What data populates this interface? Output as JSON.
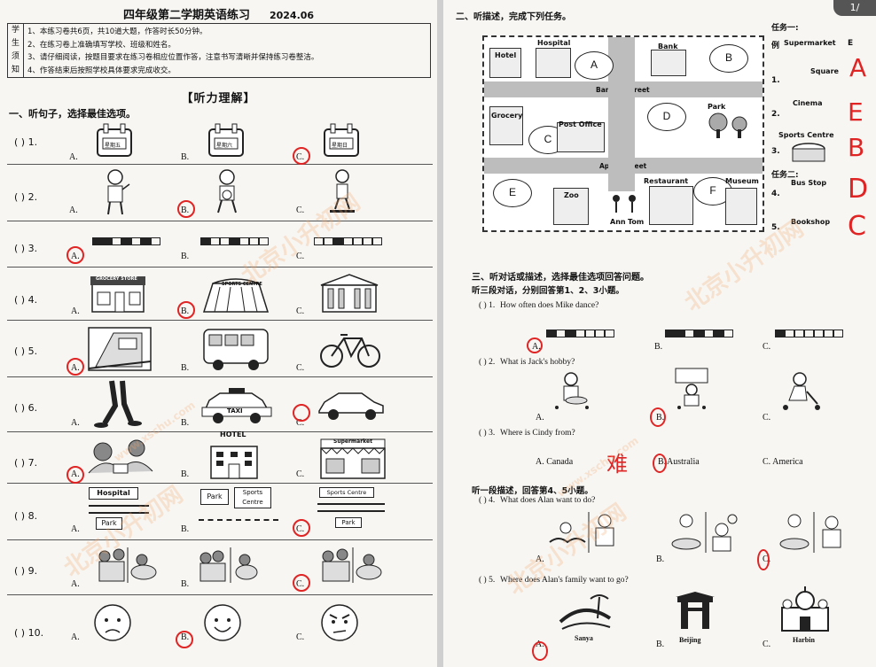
{
  "header": {
    "title": "四年级第二学期英语练习",
    "date": "2024.06",
    "notice_label": [
      "学",
      "生",
      "须",
      "知"
    ],
    "notices": [
      "1、本练习卷共6页，共10道大题，作答时长50分钟。",
      "2、在练习卷上准确填写学校、班级和姓名。",
      "3、请仔细阅读，按题目要求在练习卷相应位置作答，注意书写清晰并保持练习卷整洁。",
      "4、作答结束后按照学校具体要求完成收交。"
    ]
  },
  "part_heading": "【听力理解】",
  "section1": {
    "title": "一、听句子，选择最佳选项。",
    "questions": [
      {
        "no": "(   ) 1.",
        "answer": "C",
        "labels": [
          "星期五",
          "星期六",
          "星期日"
        ]
      },
      {
        "no": "(   ) 2.",
        "answer": "B"
      },
      {
        "no": "(   ) 3.",
        "answer": "A"
      },
      {
        "no": "(   ) 4.",
        "answer": "B",
        "labels": [
          "GROCERY STORE",
          "SPORTS CENTRE",
          ""
        ]
      },
      {
        "no": "(   ) 5.",
        "answer": "A"
      },
      {
        "no": "(   ) 6.",
        "answer": "C",
        "labels": [
          "",
          "TAXI",
          ""
        ]
      },
      {
        "no": "(   ) 7.",
        "answer": "A",
        "labels": [
          "",
          "HOTEL",
          "Supermarket"
        ]
      },
      {
        "no": "(   ) 8.",
        "answer": "C",
        "labels": [
          "Hospital",
          "Park",
          "Sports Centre",
          "Sports Centre",
          "Park"
        ]
      },
      {
        "no": "(   ) 9.",
        "answer": "C"
      },
      {
        "no": "(   ) 10.",
        "answer": "B"
      }
    ],
    "option_letters": [
      "A.",
      "B.",
      "C."
    ]
  },
  "section2": {
    "title": "二、听描述，完成下列任务。",
    "map": {
      "streets": [
        "Banana Street",
        "Apple Street"
      ],
      "buildings": [
        "Hotel",
        "Hospital",
        "Bank",
        "Grocery",
        "Post Office",
        "Park",
        "Restaurant",
        "Museum",
        "Zoo"
      ],
      "people": [
        "Ann",
        "Tom"
      ],
      "ovals": [
        "A",
        "B",
        "C",
        "D",
        "E",
        "F"
      ]
    },
    "task1_label": "任务一:",
    "task2_label": "任务二:",
    "example": {
      "label": "例",
      "place": "Supermarket",
      "answer": "E"
    },
    "tasks": [
      {
        "no": "1.",
        "place": "Square",
        "answer": "A"
      },
      {
        "no": "2.",
        "place": "Cinema",
        "extra": "Sports Centre",
        "answer": "E"
      },
      {
        "no": "3.",
        "place": "",
        "answer": "B"
      },
      {
        "no": "4.",
        "place": "Bus Stop",
        "answer": "D"
      },
      {
        "no": "5.",
        "place": "Bookshop",
        "answer": "C"
      }
    ]
  },
  "section3": {
    "title": "三、听对话或描述，选择最佳选项回答问题。",
    "sub1": "听三段对话，分别回答第1、2、3小题。",
    "sub2": "听一段描述，回答第4、5小题。",
    "questions": [
      {
        "no": "(   ) 1.",
        "text": "How often does Mike dance?",
        "answer": "A"
      },
      {
        "no": "(   ) 2.",
        "text": "What is Jack's hobby?",
        "answer": "B"
      },
      {
        "no": "(   ) 3.",
        "text": "Where is Cindy from?",
        "answer": "B",
        "options": [
          "A. Canada",
          "Australia",
          "C. America"
        ],
        "mark": "难"
      },
      {
        "no": "(   ) 4.",
        "text": "What does Alan want to do?",
        "answer": "C"
      },
      {
        "no": "(   ) 5.",
        "text": "Where does Alan's family want to go?",
        "answer": "A",
        "options": [
          "Sanya",
          "Beijing",
          "Harbin"
        ]
      }
    ],
    "option_letters": [
      "A.",
      "B.",
      "C."
    ]
  },
  "watermark": "北京小升初网",
  "watermark_url": "www.xschu.com",
  "page_indicator": "1/"
}
